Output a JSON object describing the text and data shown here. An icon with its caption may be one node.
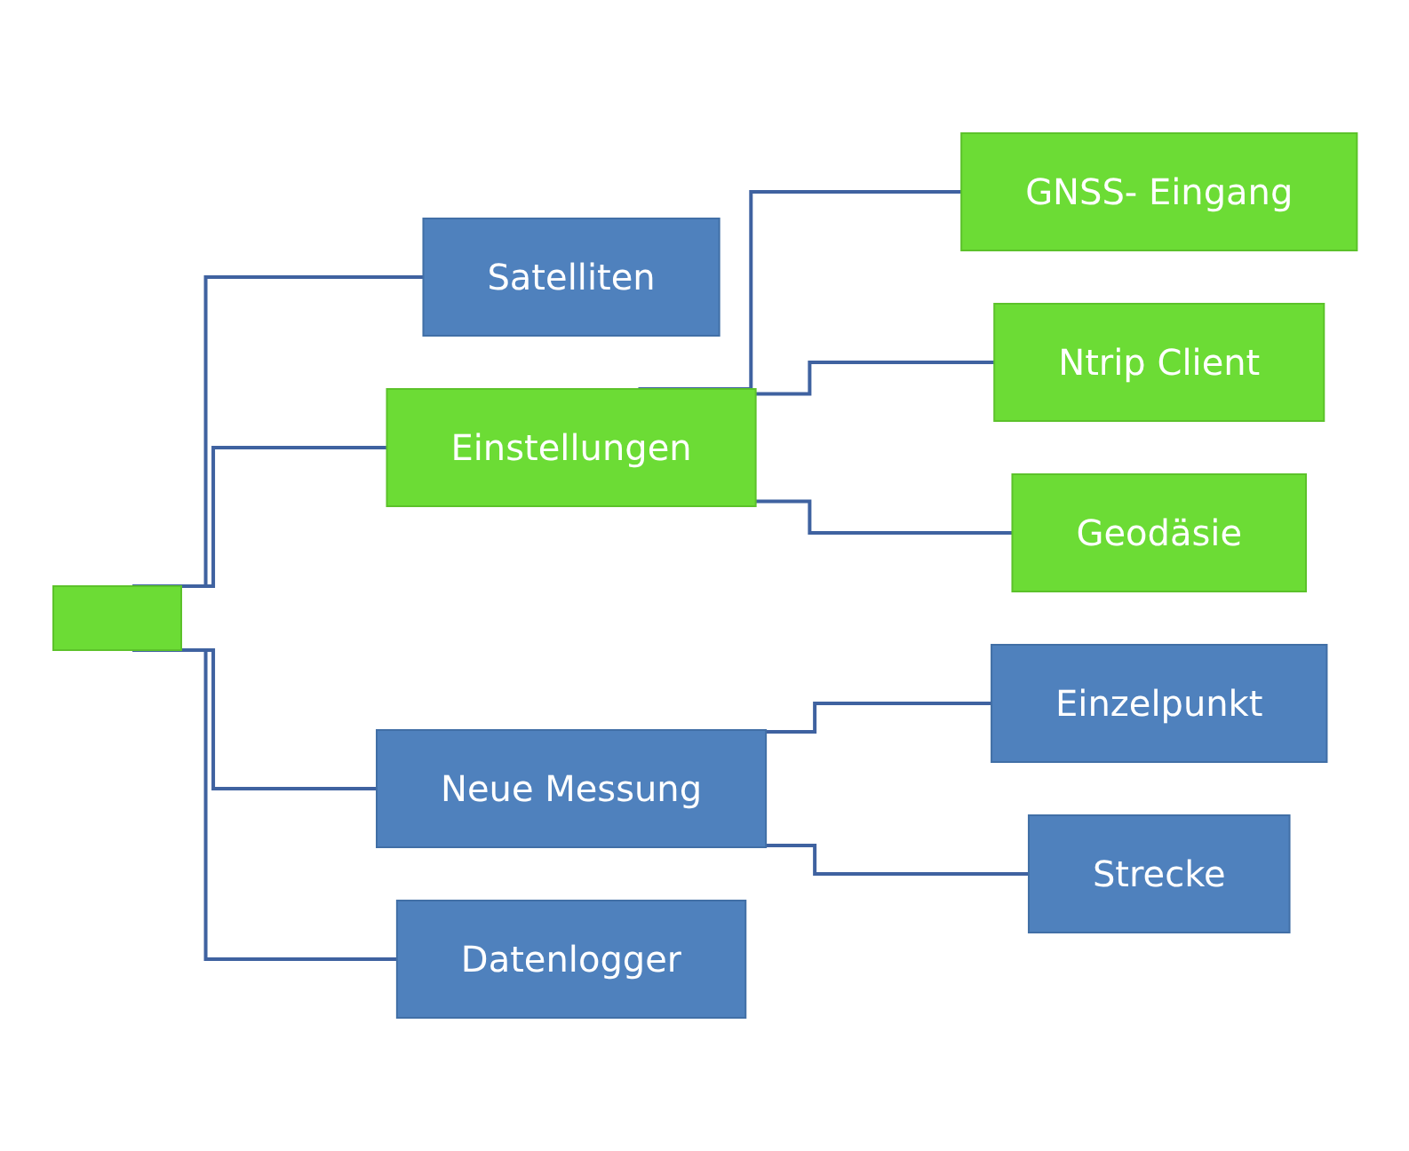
{
  "diagram": {
    "nodes": [
      {
        "text": [],
        "shape": "box"
      },
      {
        "text": [
          "Satelliten"
        ]
      },
      {
        "text": [
          "Einstellungen"
        ]
      },
      {
        "text": [
          "GNSS- Eingang"
        ]
      },
      {
        "text": [
          "Ntrip Client"
        ]
      },
      {
        "text": [
          "Geodäsie"
        ]
      },
      {
        "text": [
          "Neue Messung"
        ]
      },
      {
        "text": [
          "Einzelpunkt"
        ]
      },
      {
        "text": [
          "Strecke"
        ]
      },
      {
        "text": [
          "Datenlogger"
        ]
      }
    ],
    "edges": [
      {
        "from": 0,
        "to": 1,
        "arrow": "none"
      },
      {
        "from": 0,
        "to": 2,
        "arrow": "none"
      },
      {
        "from": 0,
        "to": 6,
        "arrow": "none"
      },
      {
        "from": 0,
        "to": 9,
        "arrow": "none"
      },
      {
        "from": 2,
        "to": 3,
        "arrow": "none"
      },
      {
        "from": 2,
        "to": 4,
        "arrow": "none"
      },
      {
        "from": 2,
        "to": 5,
        "arrow": "none"
      },
      {
        "from": 6,
        "to": 7,
        "arrow": "none"
      },
      {
        "from": 6,
        "to": 8,
        "arrow": "none"
      }
    ]
  }
}
